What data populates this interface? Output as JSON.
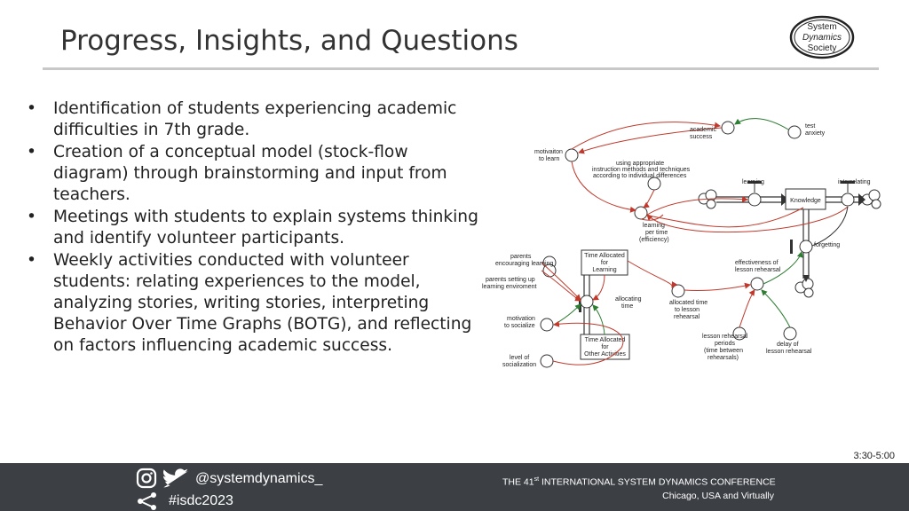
{
  "header": {
    "title": "Progress, Insights, and Questions"
  },
  "logo": {
    "line1": "System",
    "line2": "Dynamics",
    "line3": "Society"
  },
  "bullets": [
    "Identification of students experiencing academic difficulties in 7th grade.",
    "Creation of a conceptual model (stock-flow diagram) through brainstorming and input from teachers.",
    "Meetings with students to explain systems thinking and identify volunteer participants.",
    "Weekly activities conducted with volunteer students: relating experiences to the model, analyzing stories, writing stories, interpreting Behavior Over Time Graphs (BOTG), and reflecting on factors influencing academic success."
  ],
  "bullet_symbol": "•",
  "diagram": {
    "stocks": {
      "knowledge": "Knowledge",
      "time_learning": [
        "Time Allocated",
        "for",
        "Learning"
      ],
      "time_other": [
        "Time Allocated",
        "for",
        "Other Activities"
      ]
    },
    "flows": {
      "learning": "learning",
      "forgetting": "forgetting",
      "allocating_time": [
        "allocating",
        "time"
      ]
    },
    "variables": {
      "academic_success": [
        "academic",
        "success"
      ],
      "test_anxiety": [
        "test",
        "anxiety"
      ],
      "motivation_to_learn": [
        "motivaiton",
        "to learn"
      ],
      "using_methods": [
        "using appropriate",
        "instruction methods and techniques",
        "according to individual differences"
      ],
      "interrelating": "interrelating",
      "learning_per_time": [
        "learning",
        "per time",
        "(efficiency)"
      ],
      "parents_encouraging": [
        "parents",
        "encouraging learning"
      ],
      "parents_setting": [
        "parents setting up",
        "learning enviroment"
      ],
      "effectiveness_rehearsal": [
        "effectiveness of",
        "lesson rehearsal"
      ],
      "allocated_rehearsal": [
        "allocated time",
        "to lesson",
        "rehearsal"
      ],
      "motivation_socialize": [
        "motivation",
        "to socialize"
      ],
      "level_socialization": [
        "level of",
        "socialization"
      ],
      "rehearsal_periods": [
        "lesson rehearsal",
        "periods",
        "(time between",
        "rehearsals)"
      ],
      "delay_rehearsal": [
        "delay of",
        "lesson rehearsal"
      ]
    }
  },
  "time_label": "3:30-5:00",
  "footer": {
    "handle": "@systemdynamics_",
    "hashtag": "#isdc2023",
    "conf_prefix": "THE 41",
    "conf_sup": "st",
    "conf_suffix": " INTERNATIONAL SYSTEM DYNAMICS CONFERENCE",
    "location": "Chicago, USA and Virtually"
  },
  "colors": {
    "footer_bg": "#3c3f44",
    "red_link": "#c0392b",
    "green_link": "#2e7d32",
    "title": "#333333"
  }
}
